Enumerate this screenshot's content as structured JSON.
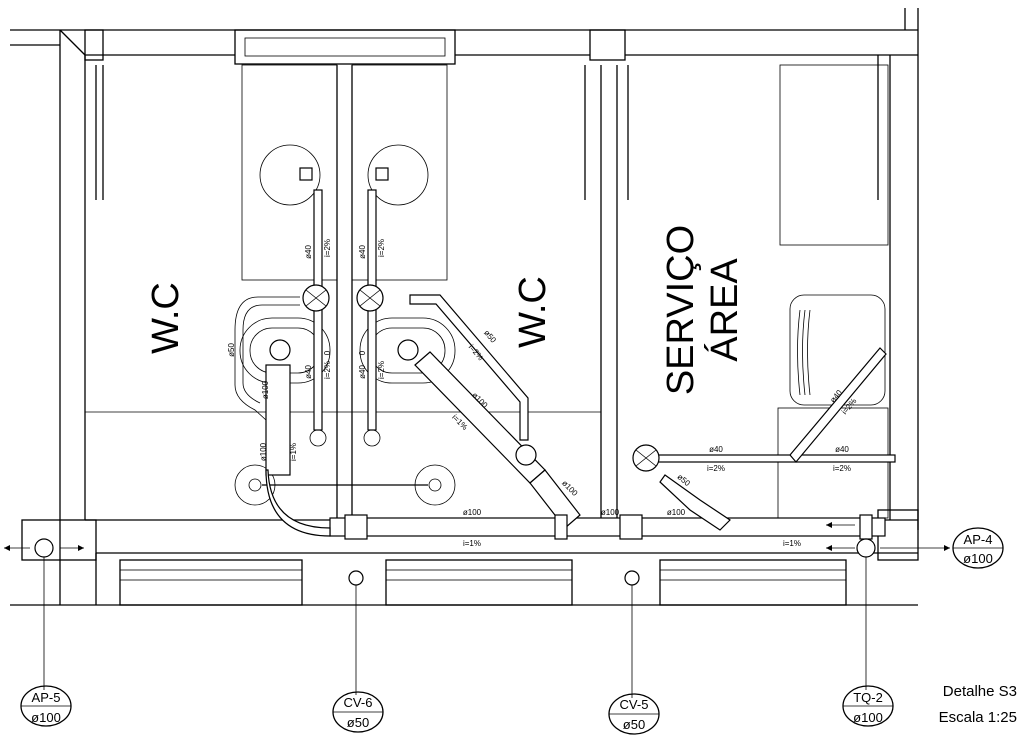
{
  "rooms": {
    "wc_left": "W.C",
    "wc_right": "W.C",
    "service_line1": "SERVIÇO",
    "service_line2": "ÁREA"
  },
  "pipe_labels": {
    "d40": "ø40",
    "d50": "ø50",
    "d100": "ø100",
    "slope1": "i=1%",
    "slope2": "i=2%",
    "zero": "0"
  },
  "risers": [
    {
      "id": "AP-5",
      "diameter": "ø100"
    },
    {
      "id": "CV-6",
      "diameter": "ø50"
    },
    {
      "id": "CV-5",
      "diameter": "ø50"
    },
    {
      "id": "TQ-2",
      "diameter": "ø100"
    },
    {
      "id": "AP-4",
      "diameter": "ø100"
    }
  ],
  "detail": {
    "title": "Detalhe S3",
    "scale": "Escala 1:25"
  }
}
